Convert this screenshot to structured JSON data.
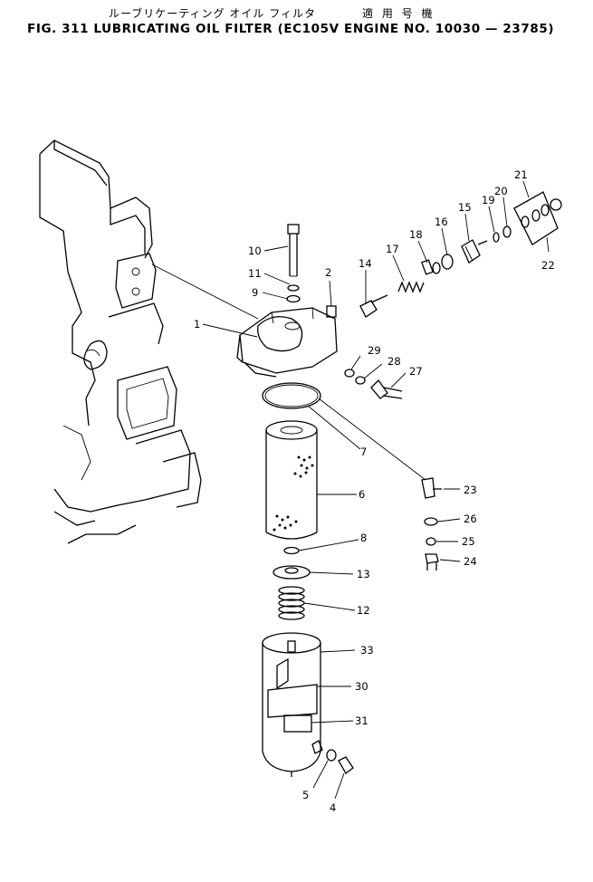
{
  "header": {
    "jp_title": "ルーブリケーティング オイル フィルタ",
    "jp_applicable": "適 用 号 機",
    "title": "FIG. 311  LUBRICATING  OIL  FILTER  (EC105V  ENGINE  NO.  10030 — 23785)"
  },
  "callouts": [
    "1",
    "2",
    "4",
    "5",
    "6",
    "7",
    "8",
    "9",
    "10",
    "11",
    "12",
    "13",
    "14",
    "15",
    "16",
    "17",
    "18",
    "19",
    "20",
    "21",
    "22",
    "23",
    "24",
    "25",
    "26",
    "27",
    "28",
    "29",
    "30",
    "31",
    "33"
  ]
}
